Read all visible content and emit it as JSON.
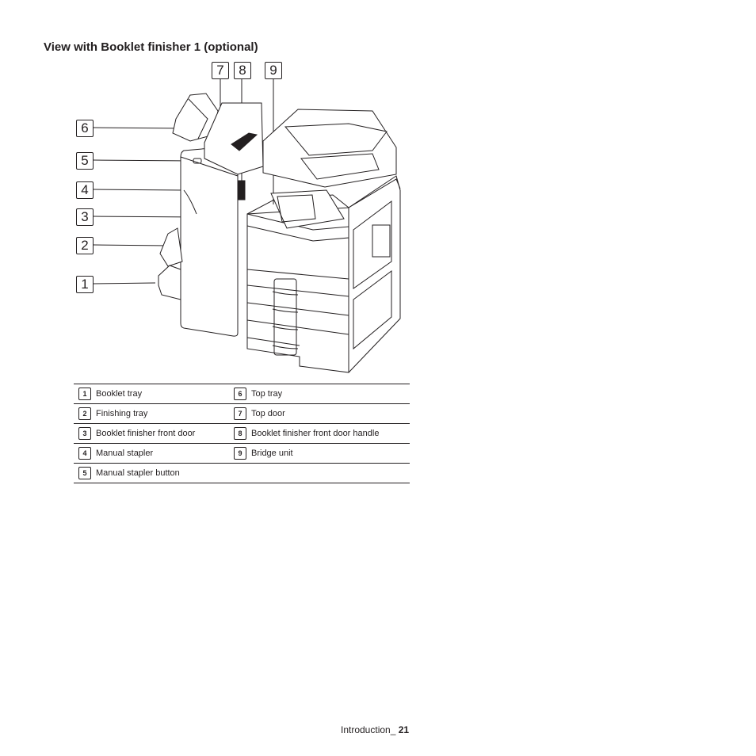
{
  "heading": "View with Booklet finisher 1 (optional)",
  "callouts": {
    "c1": "1",
    "c2": "2",
    "c3": "3",
    "c4": "4",
    "c5": "5",
    "c6": "6",
    "c7": "7",
    "c8": "8",
    "c9": "9"
  },
  "legend": [
    {
      "left_num": "1",
      "left_label": "Booklet tray",
      "right_num": "6",
      "right_label": "Top tray"
    },
    {
      "left_num": "2",
      "left_label": "Finishing tray",
      "right_num": "7",
      "right_label": "Top door"
    },
    {
      "left_num": "3",
      "left_label": "Booklet finisher front door",
      "right_num": "8",
      "right_label": "Booklet finisher front door handle"
    },
    {
      "left_num": "4",
      "left_label": "Manual stapler",
      "right_num": "9",
      "right_label": "Bridge unit"
    },
    {
      "left_num": "5",
      "left_label": "Manual stapler button",
      "right_num": "",
      "right_label": ""
    }
  ],
  "footer": {
    "section": "Introduction_",
    "page": "21"
  }
}
